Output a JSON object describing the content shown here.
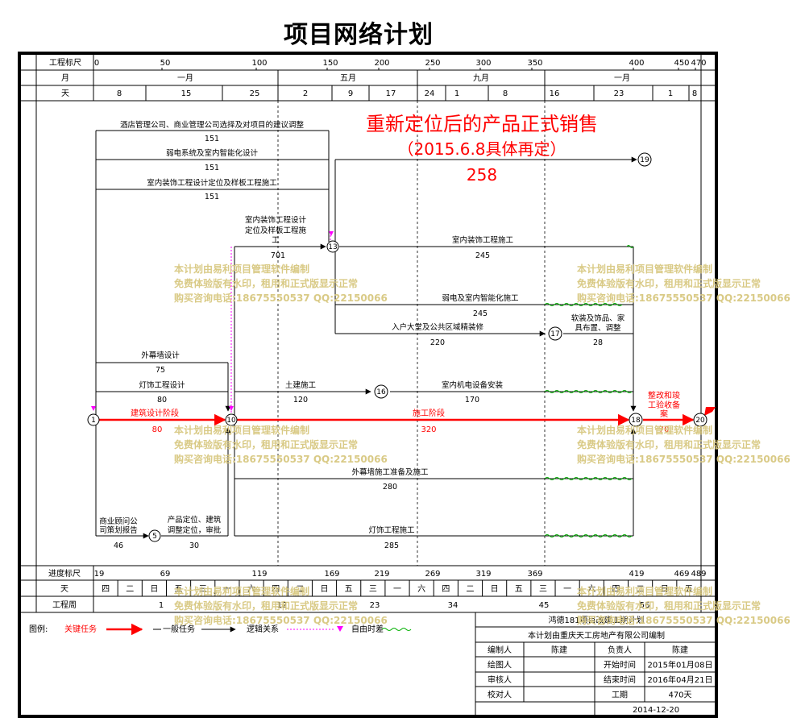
{
  "title": "项目网络计划",
  "scale": {
    "label": "工程标尺",
    "ticks": [
      "0",
      "50",
      "100",
      "150",
      "200",
      "250",
      "300",
      "350",
      "400",
      "450",
      "470"
    ]
  },
  "months": {
    "label": "月",
    "items": [
      "一月",
      "五月",
      "九月",
      "一月"
    ]
  },
  "days": {
    "label": "天",
    "items": [
      "8",
      "15",
      "25",
      "2",
      "9",
      "17",
      "24",
      "1",
      "8",
      "16",
      "23",
      "1",
      "8"
    ]
  },
  "announcement": {
    "line1": "重新定位后的产品正式销售",
    "line2": "（2015.6.8具体再定）",
    "line3": "258"
  },
  "tasks": [
    {
      "name": "酒店管理公司、商业管理公司选择及对项目的建议调整",
      "duration": "151"
    },
    {
      "name": "弱电系统及室内智能化设计",
      "duration": "151"
    },
    {
      "name": "室内装饰工程设计定位及样板工程施工",
      "duration": "151"
    },
    {
      "name": "室内装饰工程设计",
      "name2": "定位及样板工程施",
      "name3": "工",
      "duration": "701"
    },
    {
      "name": "室内装饰工程施工",
      "duration": "245"
    },
    {
      "name": "弱电及室内智能化施工",
      "duration": "245"
    },
    {
      "name": "入户大堂及公共区域精装修",
      "duration": "220"
    },
    {
      "name": "软装及饰品、家",
      "name2": "具布置、调整",
      "duration": "28"
    },
    {
      "name": "外幕墙设计",
      "duration": "75"
    },
    {
      "name": "灯饰工程设计",
      "duration": "80"
    },
    {
      "name": "土建施工",
      "duration": "120"
    },
    {
      "name": "室内机电设备安装",
      "duration": "170"
    },
    {
      "name": "建筑设计阶段",
      "duration": "80"
    },
    {
      "name": "施工阶段",
      "duration": "320"
    },
    {
      "name": "整改和竣",
      "name2": "工验收备",
      "name3": "案",
      "duration": "70"
    },
    {
      "name": "外幕墙施工准备及施工",
      "duration": "280"
    },
    {
      "name": "商业顾问公",
      "name2": "司策划报告",
      "duration": "46"
    },
    {
      "name": "产品定位、建筑",
      "name2": "调整定位，审批",
      "duration": "30"
    },
    {
      "name": "灯饰工程施工",
      "duration": "285"
    }
  ],
  "nodes": [
    "1",
    "5",
    "10",
    "13",
    "16",
    "17",
    "18",
    "19",
    "20"
  ],
  "progress": {
    "label": "进度标尺",
    "ticks": [
      "19",
      "69",
      "119",
      "169",
      "219",
      "269",
      "319",
      "369",
      "419",
      "469",
      "489"
    ]
  },
  "weekdays": {
    "label": "天",
    "items": [
      "四",
      "二",
      "日",
      "五",
      "三",
      "一",
      "六",
      "四",
      "二",
      "日",
      "五",
      "三",
      "一",
      "六",
      "四",
      "二",
      "日",
      "五",
      "三",
      "一",
      "六",
      "四",
      "二",
      "日",
      "五"
    ]
  },
  "weeks": {
    "label": "工程周",
    "items": [
      "1",
      "12",
      "23",
      "34",
      "45",
      "56"
    ]
  },
  "legend": {
    "label": "图例:",
    "critical": "关键任务",
    "general": "一般任务",
    "logic": "逻辑关系",
    "float": "自由时差"
  },
  "titleblock": {
    "project": "鸿德181项目改建工期计划",
    "org": "本计划由重庆天工房地产有限公司编制",
    "rows": [
      {
        "k1": "编制人",
        "v1": "陈建",
        "k2": "负责人",
        "v2": "陈建"
      },
      {
        "k1": "绘图人",
        "v1": "",
        "k2": "开始时间",
        "v2": "2015年01月08日"
      },
      {
        "k1": "审核人",
        "v1": "",
        "k2": "结束时间",
        "v2": "2016年04月21日"
      },
      {
        "k1": "校对人",
        "v1": "",
        "k2": "工期",
        "v2": "470天"
      }
    ],
    "date": "2014-12-20"
  },
  "watermark": {
    "line1": "本计划由易利项目管理软件编制",
    "line2": "免费体验版有水印，租用和正式版显示正常",
    "line3": "购买咨询电话:18675550537 QQ:22150066"
  },
  "colors": {
    "critical": "#ff0000",
    "general": "#000000",
    "float": "#00b000",
    "logic": "#ff00ff",
    "watermark": "#d8c880"
  }
}
